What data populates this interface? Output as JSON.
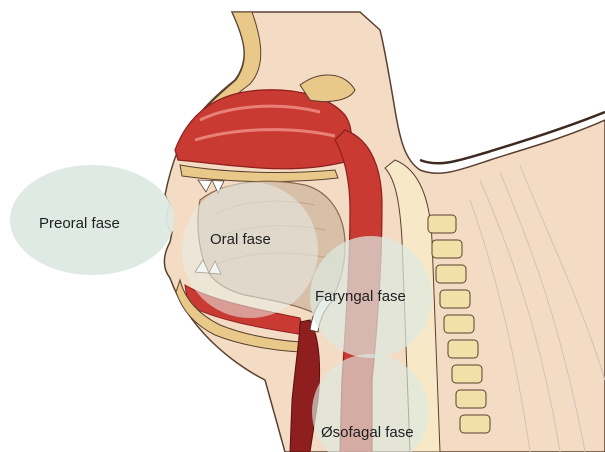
{
  "phases": {
    "preoral": "Preoral fase",
    "oral": "Oral fase",
    "pharyngeal": "Faryngal fase",
    "esophageal": "Øsofagal fase"
  },
  "colors": {
    "bubble_fill": "#dce9e1",
    "tissue_red": "#c83a32",
    "tissue_dark_red": "#8e1f1e",
    "skin": "#f4dcc4",
    "bone": "#e8c98a",
    "vertebra": "#f1e0a8",
    "outline": "#5a4030"
  }
}
